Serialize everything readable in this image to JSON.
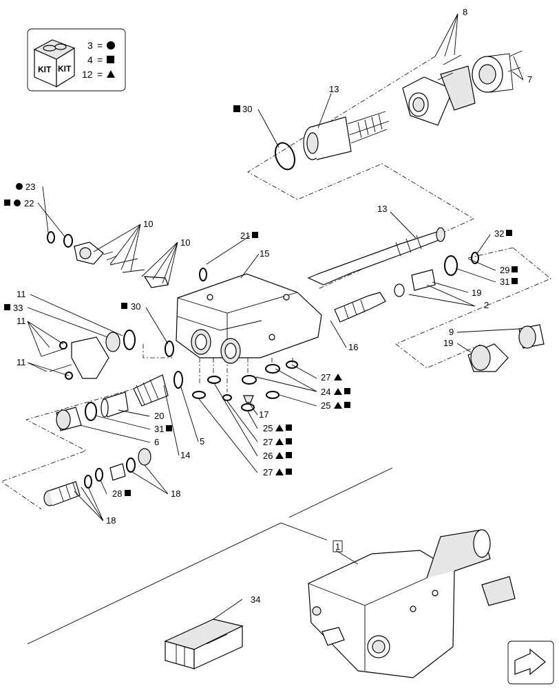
{
  "legend": {
    "kit_label_1": "KIT",
    "kit_label_2": "KIT",
    "rows": [
      {
        "number": "3",
        "equals": "=",
        "symbol": "circle"
      },
      {
        "number": "4",
        "equals": "=",
        "symbol": "square"
      },
      {
        "number": "12",
        "equals": "=",
        "symbol": "triangle"
      }
    ]
  },
  "callouts": {
    "c8": "8",
    "c7": "7",
    "c13a": "13",
    "c30a": "30",
    "c23": "23",
    "c22": "22",
    "c10a": "10",
    "c10b": "10",
    "c13b": "13",
    "c32": "32",
    "c21": "21",
    "c15": "15",
    "c29": "29",
    "c31a": "31",
    "c19a": "19",
    "c2": "2",
    "c11a": "11",
    "c30b": "30",
    "c33": "33",
    "c11b": "11",
    "c11c": "11",
    "c16": "16",
    "c9": "9",
    "c19b": "19",
    "c27a": "27",
    "c24": "24",
    "c25a": "25",
    "c20": "20",
    "c31b": "31",
    "c6": "6",
    "c5": "5",
    "c17": "17",
    "c25b": "25",
    "c27b": "27",
    "c14": "14",
    "c26": "26",
    "c27c": "27",
    "c28": "28",
    "c18a": "18",
    "c18b": "18",
    "c1": "1",
    "c34": "34"
  },
  "icons": {
    "kit_box": "kit-box-icon",
    "navigation": "next-page-arrow-icon"
  },
  "colors": {
    "line": "#000000",
    "background": "#ffffff"
  }
}
